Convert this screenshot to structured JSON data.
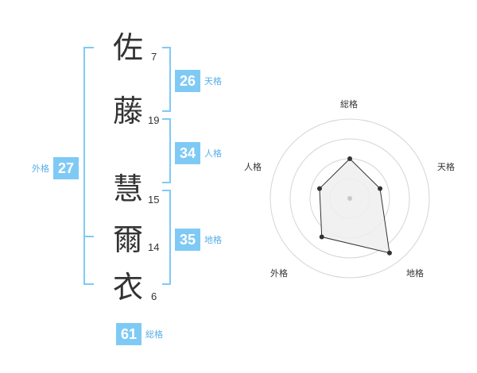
{
  "name": {
    "chars": [
      {
        "kanji": "佐",
        "strokes": "7"
      },
      {
        "kanji": "藤",
        "strokes": "19"
      },
      {
        "kanji": "慧",
        "strokes": "15"
      },
      {
        "kanji": "爾",
        "strokes": "14"
      },
      {
        "kanji": "衣",
        "strokes": "6"
      }
    ]
  },
  "kakusu": {
    "tenkaku": {
      "value": "26",
      "label": "天格"
    },
    "jinkaku": {
      "value": "34",
      "label": "人格"
    },
    "chikaku": {
      "value": "35",
      "label": "地格"
    },
    "gaikaku": {
      "value": "27",
      "label": "外格"
    },
    "soukaku": {
      "value": "61",
      "label": "総格"
    }
  },
  "radar": {
    "axes": [
      "総格",
      "天格",
      "地格",
      "外格",
      "人格"
    ],
    "values": [
      0.5,
      0.4,
      0.85,
      0.6,
      0.4
    ],
    "rings": 4,
    "colors": {
      "ring": "#d5d5d5",
      "fill": "#eeeeee",
      "line": "#333333",
      "point": "#333333",
      "center": "#c8c8c8"
    }
  },
  "colors": {
    "bracket": "#7fcaf5",
    "badge": "#7fcaf5",
    "label": "#58aee8"
  }
}
